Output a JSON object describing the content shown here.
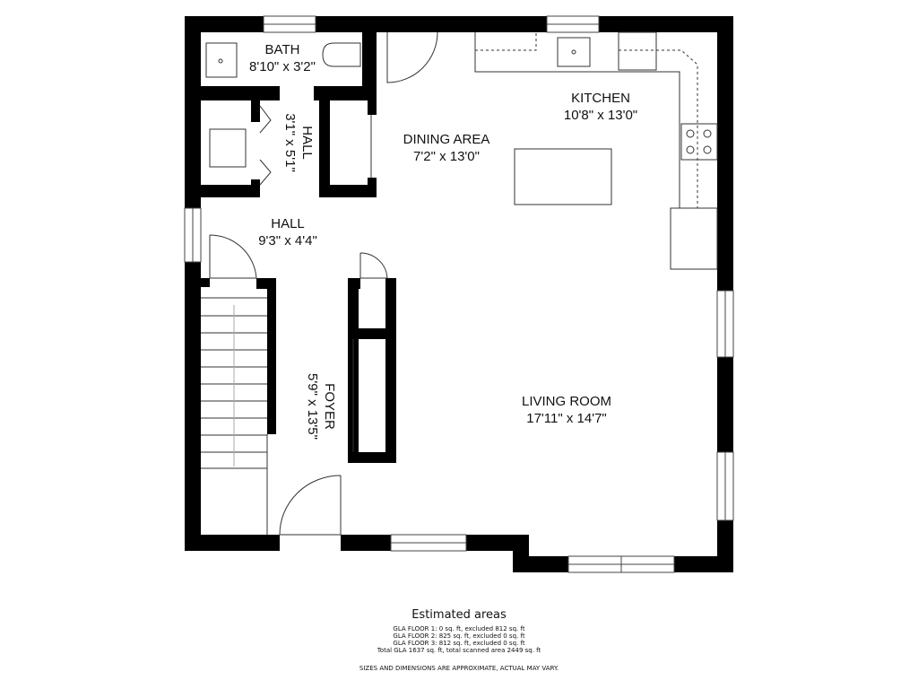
{
  "rooms": [
    {
      "name": "BATH",
      "dims": "8'10\" x 3'2\""
    },
    {
      "name": "HALL",
      "dims": "3'1\" x 5'1\""
    },
    {
      "name": "DINING AREA",
      "dims": "7'2\" x 13'0\""
    },
    {
      "name": "KITCHEN",
      "dims": "10'8\" x 13'0\""
    },
    {
      "name": "HALL",
      "dims": "9'3\" x 4'4\""
    },
    {
      "name": "FOYER",
      "dims": "5'9\" x 13'5\""
    },
    {
      "name": "LIVING ROOM",
      "dims": "17'11\" x 14'7\""
    }
  ],
  "footer": {
    "title": "Estimated areas",
    "lines": [
      "GLA FLOOR 1: 0 sq. ft, excluded 812 sq. ft",
      "GLA FLOOR 2: 825 sq. ft, excluded 0 sq. ft",
      "GLA FLOOR 3: 812 sq. ft, excluded 0 sq. ft",
      "Total GLA 1637 sq. ft, total scanned area 2449 sq. ft"
    ],
    "disclaimer": "SIZES AND DIMENSIONS ARE APPROXIMATE, ACTUAL MAY VARY."
  },
  "colors": {
    "wall": "#000000",
    "background": "#ffffff",
    "line": "#333333"
  }
}
